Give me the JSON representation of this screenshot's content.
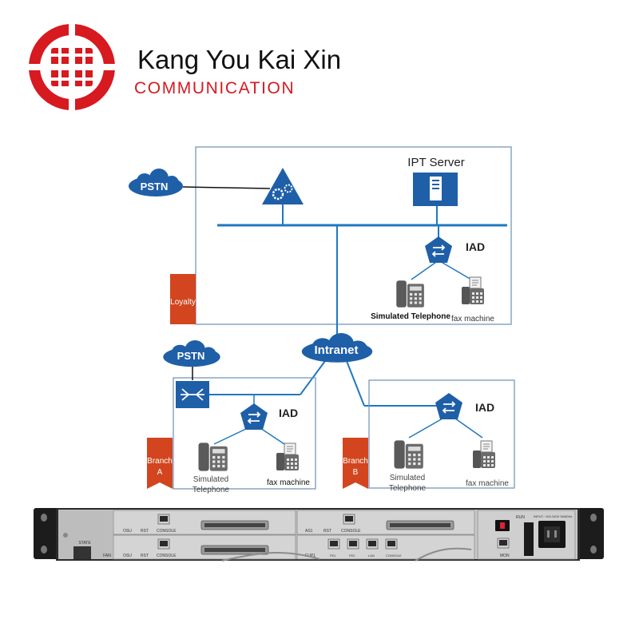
{
  "brand": {
    "name": "Kang You Kai Xin",
    "subtitle": "COMMUNICATION",
    "logo_color": "#d71920"
  },
  "diagram": {
    "line_color": "#1f78c1",
    "icon_color": "#1e5fa8",
    "box_border": "#6c8fb6",
    "tag_color": "#d2451e",
    "hq": {
      "pstn": "PSTN",
      "gateway_icon": "gear-triangle-icon",
      "server_label": "IPT Server",
      "iad_label": "IAD",
      "phone_label": "Simulated Telephone",
      "fax_label": "fax machine",
      "tag": "Loyalty"
    },
    "intranet": "Intranet",
    "branch_a": {
      "pstn": "PSTN",
      "iad_label": "IAD",
      "phone_label_1": "Simulated",
      "phone_label_2": "Telephone",
      "fax_label": "fax machine",
      "tag_1": "Branch",
      "tag_2": "A"
    },
    "branch_b": {
      "iad_label": "IAD",
      "phone_label_1": "Simulated",
      "phone_label_2": "Telephone",
      "fax_label": "fax machine",
      "tag_1": "Branch",
      "tag_2": "B"
    }
  },
  "device": {
    "card1_labels": [
      "OSU",
      "RST",
      "CONSOLE"
    ],
    "card2_labels": [
      "AS1",
      "RST",
      "CONSOLE"
    ],
    "card3_labels": [
      "OSU",
      "RST",
      "CONSOLE"
    ],
    "card4_labels": [
      "EUP1",
      "FE1",
      "FE2",
      "LAN",
      "CONSOLE"
    ],
    "state_label": "STATE",
    "fan_label": "FAN",
    "mon_label": "MON",
    "run_label": "RUN",
    "power_label": "INPUT:~100-240V 50/60Hz"
  }
}
